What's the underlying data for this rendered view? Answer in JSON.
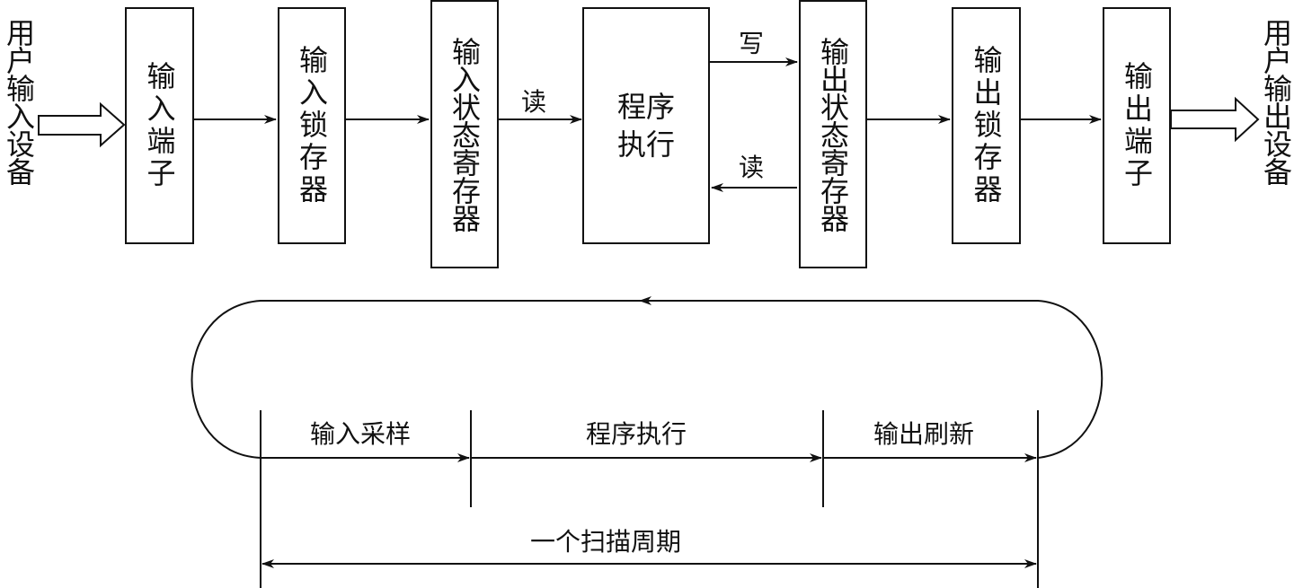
{
  "diagram": {
    "user_input_device": "用户输入设备",
    "user_output_device": "用户输出设备",
    "blocks": {
      "input_terminal": "输入端子",
      "input_latch": "输入锁存器",
      "input_status_register": "输入状态寄存器",
      "program_execution_line1": "程序",
      "program_execution_line2": "执行",
      "output_status_register": "输出状态寄存器",
      "output_latch": "输出锁存器",
      "output_terminal": "输出端子"
    },
    "edges": {
      "read_input": "读",
      "write_output": "写",
      "read_output": "读"
    },
    "scan_cycle": {
      "input_sampling": "输入采样",
      "program_execution": "程序执行",
      "output_refresh": "输出刷新",
      "one_scan_period": "一个扫描周期"
    }
  }
}
